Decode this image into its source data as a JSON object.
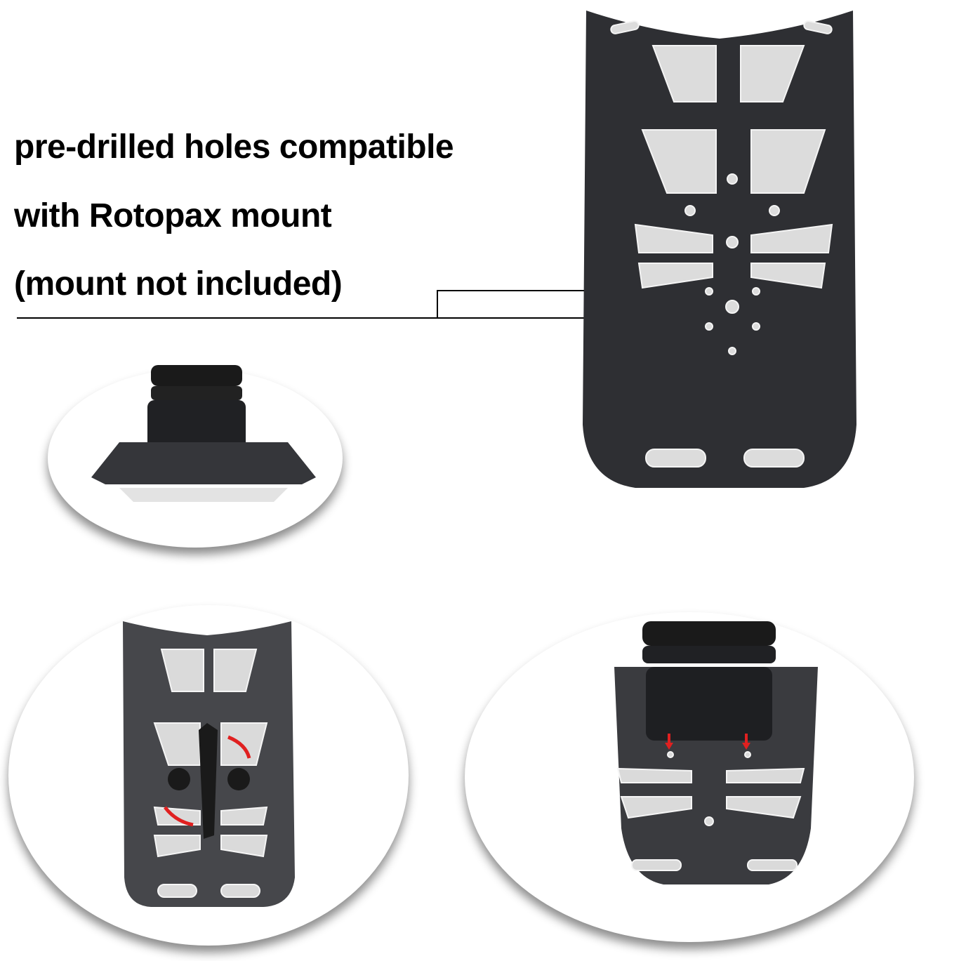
{
  "callout": {
    "lines": [
      "pre-drilled holes compatible",
      "with Rotopax mount",
      "(mount not included)"
    ]
  },
  "panels": [
    {
      "id": "main-rack-top-view",
      "description": "Black luggage rack plate, top view"
    },
    {
      "id": "rack-side-view-with-mount",
      "description": "Rack side view with Rotopax mount attached"
    },
    {
      "id": "rack-with-rotating-mount",
      "description": "Rack with mount and red rotation arrows"
    },
    {
      "id": "rack-perspective-with-mount",
      "description": "Rack perspective with mount and red down arrows"
    }
  ],
  "colors": {
    "plate": "#2e2f33",
    "cutout": "#d9d9d9",
    "arrow": "#e02020"
  }
}
